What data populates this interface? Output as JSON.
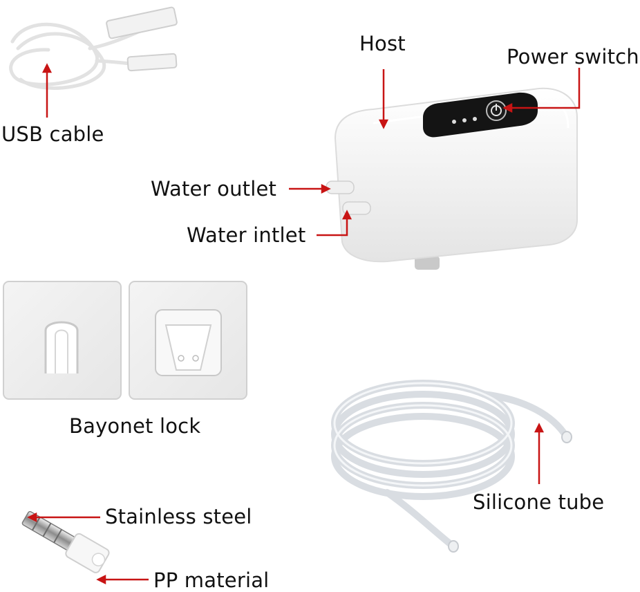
{
  "labels": {
    "usb_cable": "USB cable",
    "host": "Host",
    "power_switch": "Power switch",
    "water_outlet": "Water outlet",
    "water_inlet": "Water intlet",
    "bayonet_lock": "Bayonet lock",
    "stainless_steel": "Stainless steel",
    "pp_material": "PP material",
    "silicone_tube": "Silicone tube"
  },
  "colors": {
    "arrow": "#c81414",
    "device_body": "#f6f6f6",
    "control_panel": "#141414",
    "tube": "#d9dde2"
  }
}
